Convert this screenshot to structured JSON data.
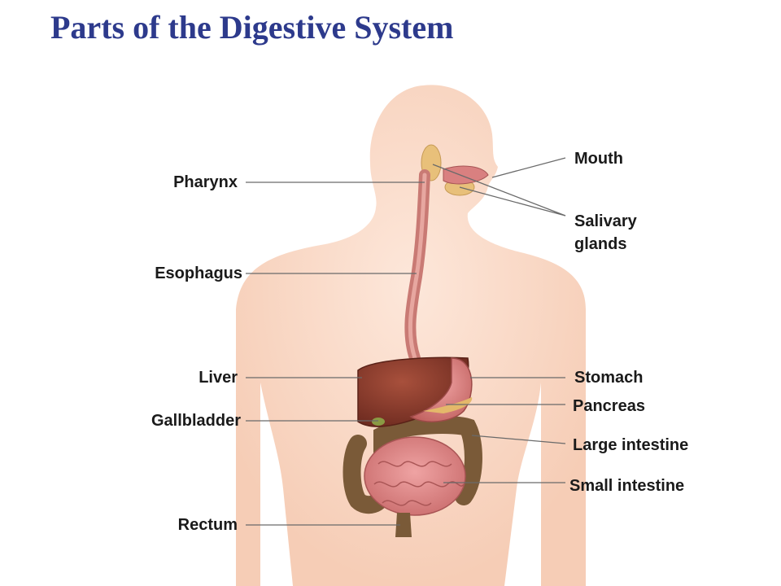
{
  "title": "Parts of the Digestive System",
  "labels": {
    "pharynx": "Pharynx",
    "esophagus": "Esophagus",
    "liver": "Liver",
    "gallbladder": "Gallbladder",
    "rectum": "Rectum",
    "mouth": "Mouth",
    "salivary_line1": "Salivary",
    "salivary_line2": "glands",
    "stomach": "Stomach",
    "pancreas": "Pancreas",
    "large_intestine": "Large intestine",
    "small_intestine": "Small intestine"
  },
  "colors": {
    "title": "#2d3a8c",
    "skin": "#f9d9c8",
    "liver": "#8a3b2c",
    "stomach": "#d77a7a",
    "small_intestine": "#d98080",
    "large_intestine": "#7a5a38",
    "esophagus": "#c97a74",
    "leader_line": "#6a6a6a"
  }
}
